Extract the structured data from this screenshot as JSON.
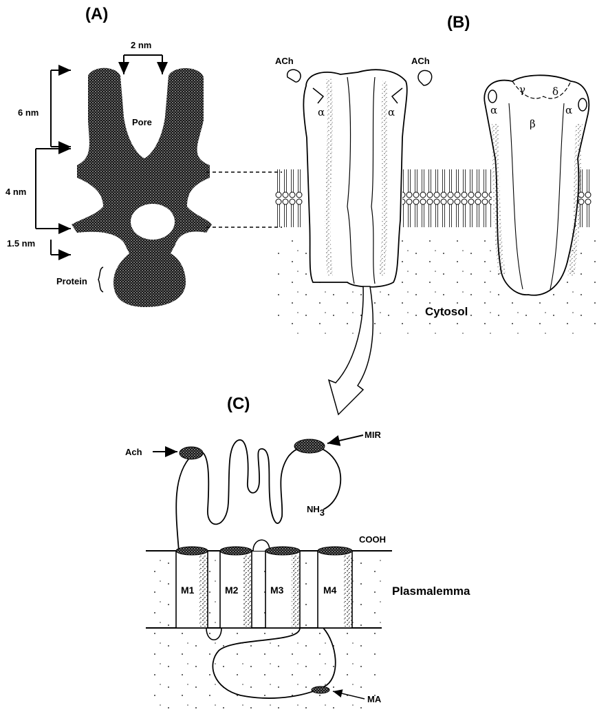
{
  "panels": {
    "a": {
      "title": "(A)",
      "label_2nm": "2 nm",
      "label_6nm": "6 nm",
      "label_4nm": "4 nm",
      "label_1_5nm": "1.5 nm",
      "label_pore": "Pore",
      "label_protein": "Protein"
    },
    "b": {
      "title": "(B)",
      "ach_left": "ACh",
      "ach_right": "ACh",
      "alpha": "α",
      "beta": "β",
      "gamma": "γ",
      "delta": "δ",
      "cytosol": "Cytosol"
    },
    "c": {
      "title": "(C)",
      "ach": "Ach",
      "mir": "MIR",
      "nh3": "NH",
      "nh3_sub": "3",
      "cooh": "COOH",
      "m1": "M1",
      "m2": "M2",
      "m3": "M3",
      "m4": "M4",
      "plasmalemma": "Plasmalemma",
      "ma": "MA"
    }
  },
  "colors": {
    "ink": "#000000",
    "stipple": "#1a1a1a",
    "paper": "#ffffff"
  }
}
